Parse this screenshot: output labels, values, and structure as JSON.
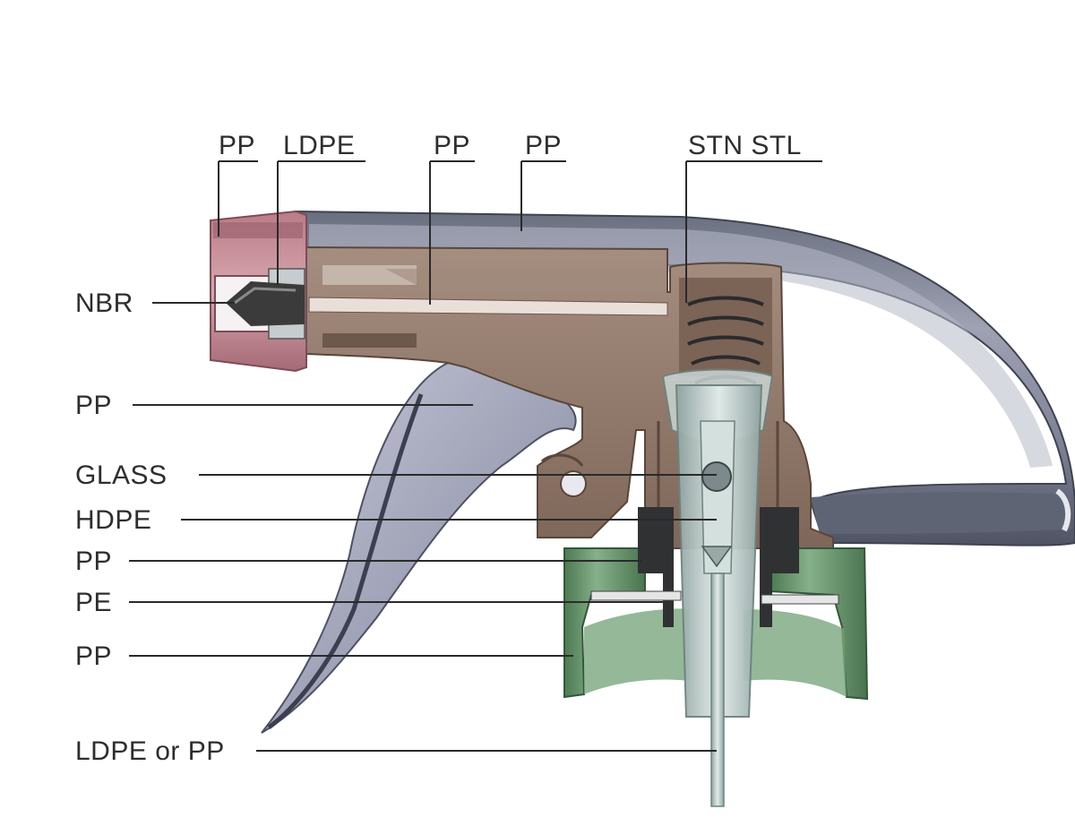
{
  "colors": {
    "housing": "#5b6070",
    "housing_light": "#8f93a4",
    "housing_highlight": "#c4c7d3",
    "body": "#8f7668",
    "body_dark": "#6b554a",
    "body_light": "#ad978a",
    "trigger": "#a4a7bb",
    "trigger_light": "#cdcfdd",
    "nozzle": "#c9909a",
    "nozzle_dark": "#9e6470",
    "closure": "#6e9a72",
    "closure_dark": "#46704b",
    "tube": "#bccac8",
    "tube_dark": "#7f9290",
    "gasket": "#2f3133",
    "spring": "#3a3a3a",
    "label_text": "#2e2e2e"
  },
  "icons": {
    "diagram": "trigger-sprayer-cross-section"
  },
  "labels": {
    "top": [
      {
        "id": "nozzle-cap",
        "text": "PP"
      },
      {
        "id": "nozzle-insert",
        "text": "LDPE"
      },
      {
        "id": "piston-rod",
        "text": "PP"
      },
      {
        "id": "shroud",
        "text": "PP"
      },
      {
        "id": "spring",
        "text": "STN STL"
      }
    ],
    "left": [
      {
        "id": "seal",
        "text": "NBR"
      },
      {
        "id": "trigger",
        "text": "PP"
      },
      {
        "id": "ball",
        "text": "GLASS"
      },
      {
        "id": "valve",
        "text": "HDPE"
      },
      {
        "id": "housing-body",
        "text": "PP"
      },
      {
        "id": "gasket",
        "text": "PE"
      },
      {
        "id": "closure",
        "text": "PP"
      },
      {
        "id": "dip-tube",
        "text": "LDPE or PP"
      }
    ]
  }
}
